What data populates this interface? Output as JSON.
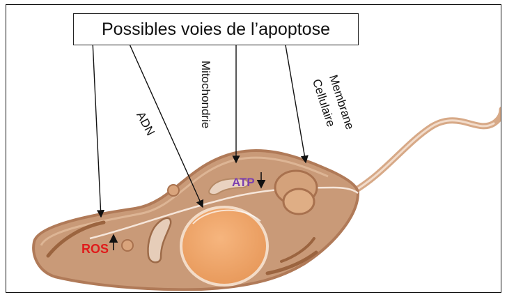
{
  "title": "Possibles voies de l’apoptose",
  "labels": {
    "adn": "ADN",
    "mitochondrie": "Mitochondrie",
    "membrane_line1": "Membrane",
    "membrane_line2": "Cellulaire",
    "atp": "ATP",
    "ros": "ROS"
  },
  "colors": {
    "cell_fill": "#c99a78",
    "cell_outline": "#b98563",
    "nucleus": "#f0a66c",
    "atp_text": "#7b3fb0",
    "ros_text": "#e01b1b"
  },
  "indicators": {
    "atp_arrow": "down",
    "ros_arrow": "up"
  }
}
